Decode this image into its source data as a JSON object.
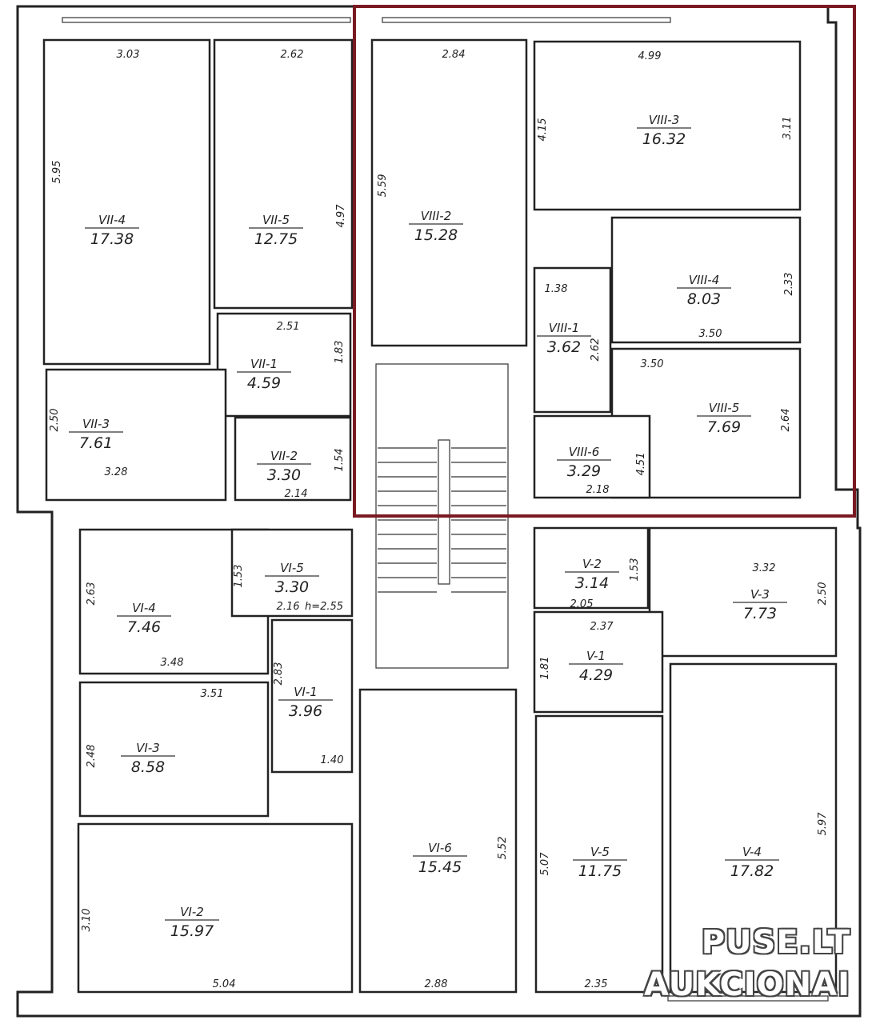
{
  "plan": {
    "highlight_color": "#7a1a22",
    "rooms": [
      {
        "id": "VII-4",
        "area": "17.38"
      },
      {
        "id": "VII-5",
        "area": "12.75"
      },
      {
        "id": "VII-1",
        "area": "4.59"
      },
      {
        "id": "VII-3",
        "area": "7.61"
      },
      {
        "id": "VII-2",
        "area": "3.30"
      },
      {
        "id": "VIII-2",
        "area": "15.28"
      },
      {
        "id": "VIII-3",
        "area": "16.32"
      },
      {
        "id": "VIII-4",
        "area": "8.03"
      },
      {
        "id": "VIII-1",
        "area": "3.62"
      },
      {
        "id": "VIII-5",
        "area": "7.69"
      },
      {
        "id": "VIII-6",
        "area": "3.29"
      },
      {
        "id": "VI-4",
        "area": "7.46"
      },
      {
        "id": "VI-5",
        "area": "3.30"
      },
      {
        "id": "VI-1",
        "area": "3.96"
      },
      {
        "id": "VI-3",
        "area": "8.58"
      },
      {
        "id": "VI-2",
        "area": "15.97"
      },
      {
        "id": "VI-6",
        "area": "15.45"
      },
      {
        "id": "V-2",
        "area": "3.14"
      },
      {
        "id": "V-3",
        "area": "7.73"
      },
      {
        "id": "V-1",
        "area": "4.29"
      },
      {
        "id": "V-5",
        "area": "11.75"
      },
      {
        "id": "V-4",
        "area": "17.82"
      }
    ],
    "dimensions": [
      "3.03",
      "2.62",
      "5.95",
      "4.97",
      "2.51",
      "1.83",
      "2.50",
      "3.28",
      "1.54",
      "2.14",
      "2.84",
      "4.99",
      "4.15",
      "3.11",
      "5.59",
      "1.38",
      "2.33",
      "3.50",
      "2.62",
      "3.50",
      "2.64",
      "4.51",
      "2.18",
      "2.63",
      "1.53",
      "2.16",
      "h=2.55",
      "3.48",
      "2.83",
      "3.51",
      "2.48",
      "1.40",
      "3.10",
      "5.04",
      "2.88",
      "5.52",
      "1.53",
      "2.05",
      "3.32",
      "2.50",
      "2.37",
      "1.81",
      "5.07",
      "5.97",
      "2.35"
    ]
  },
  "watermark": {
    "line1": "PUSE.LT",
    "line2": "AUKCIONAI"
  }
}
